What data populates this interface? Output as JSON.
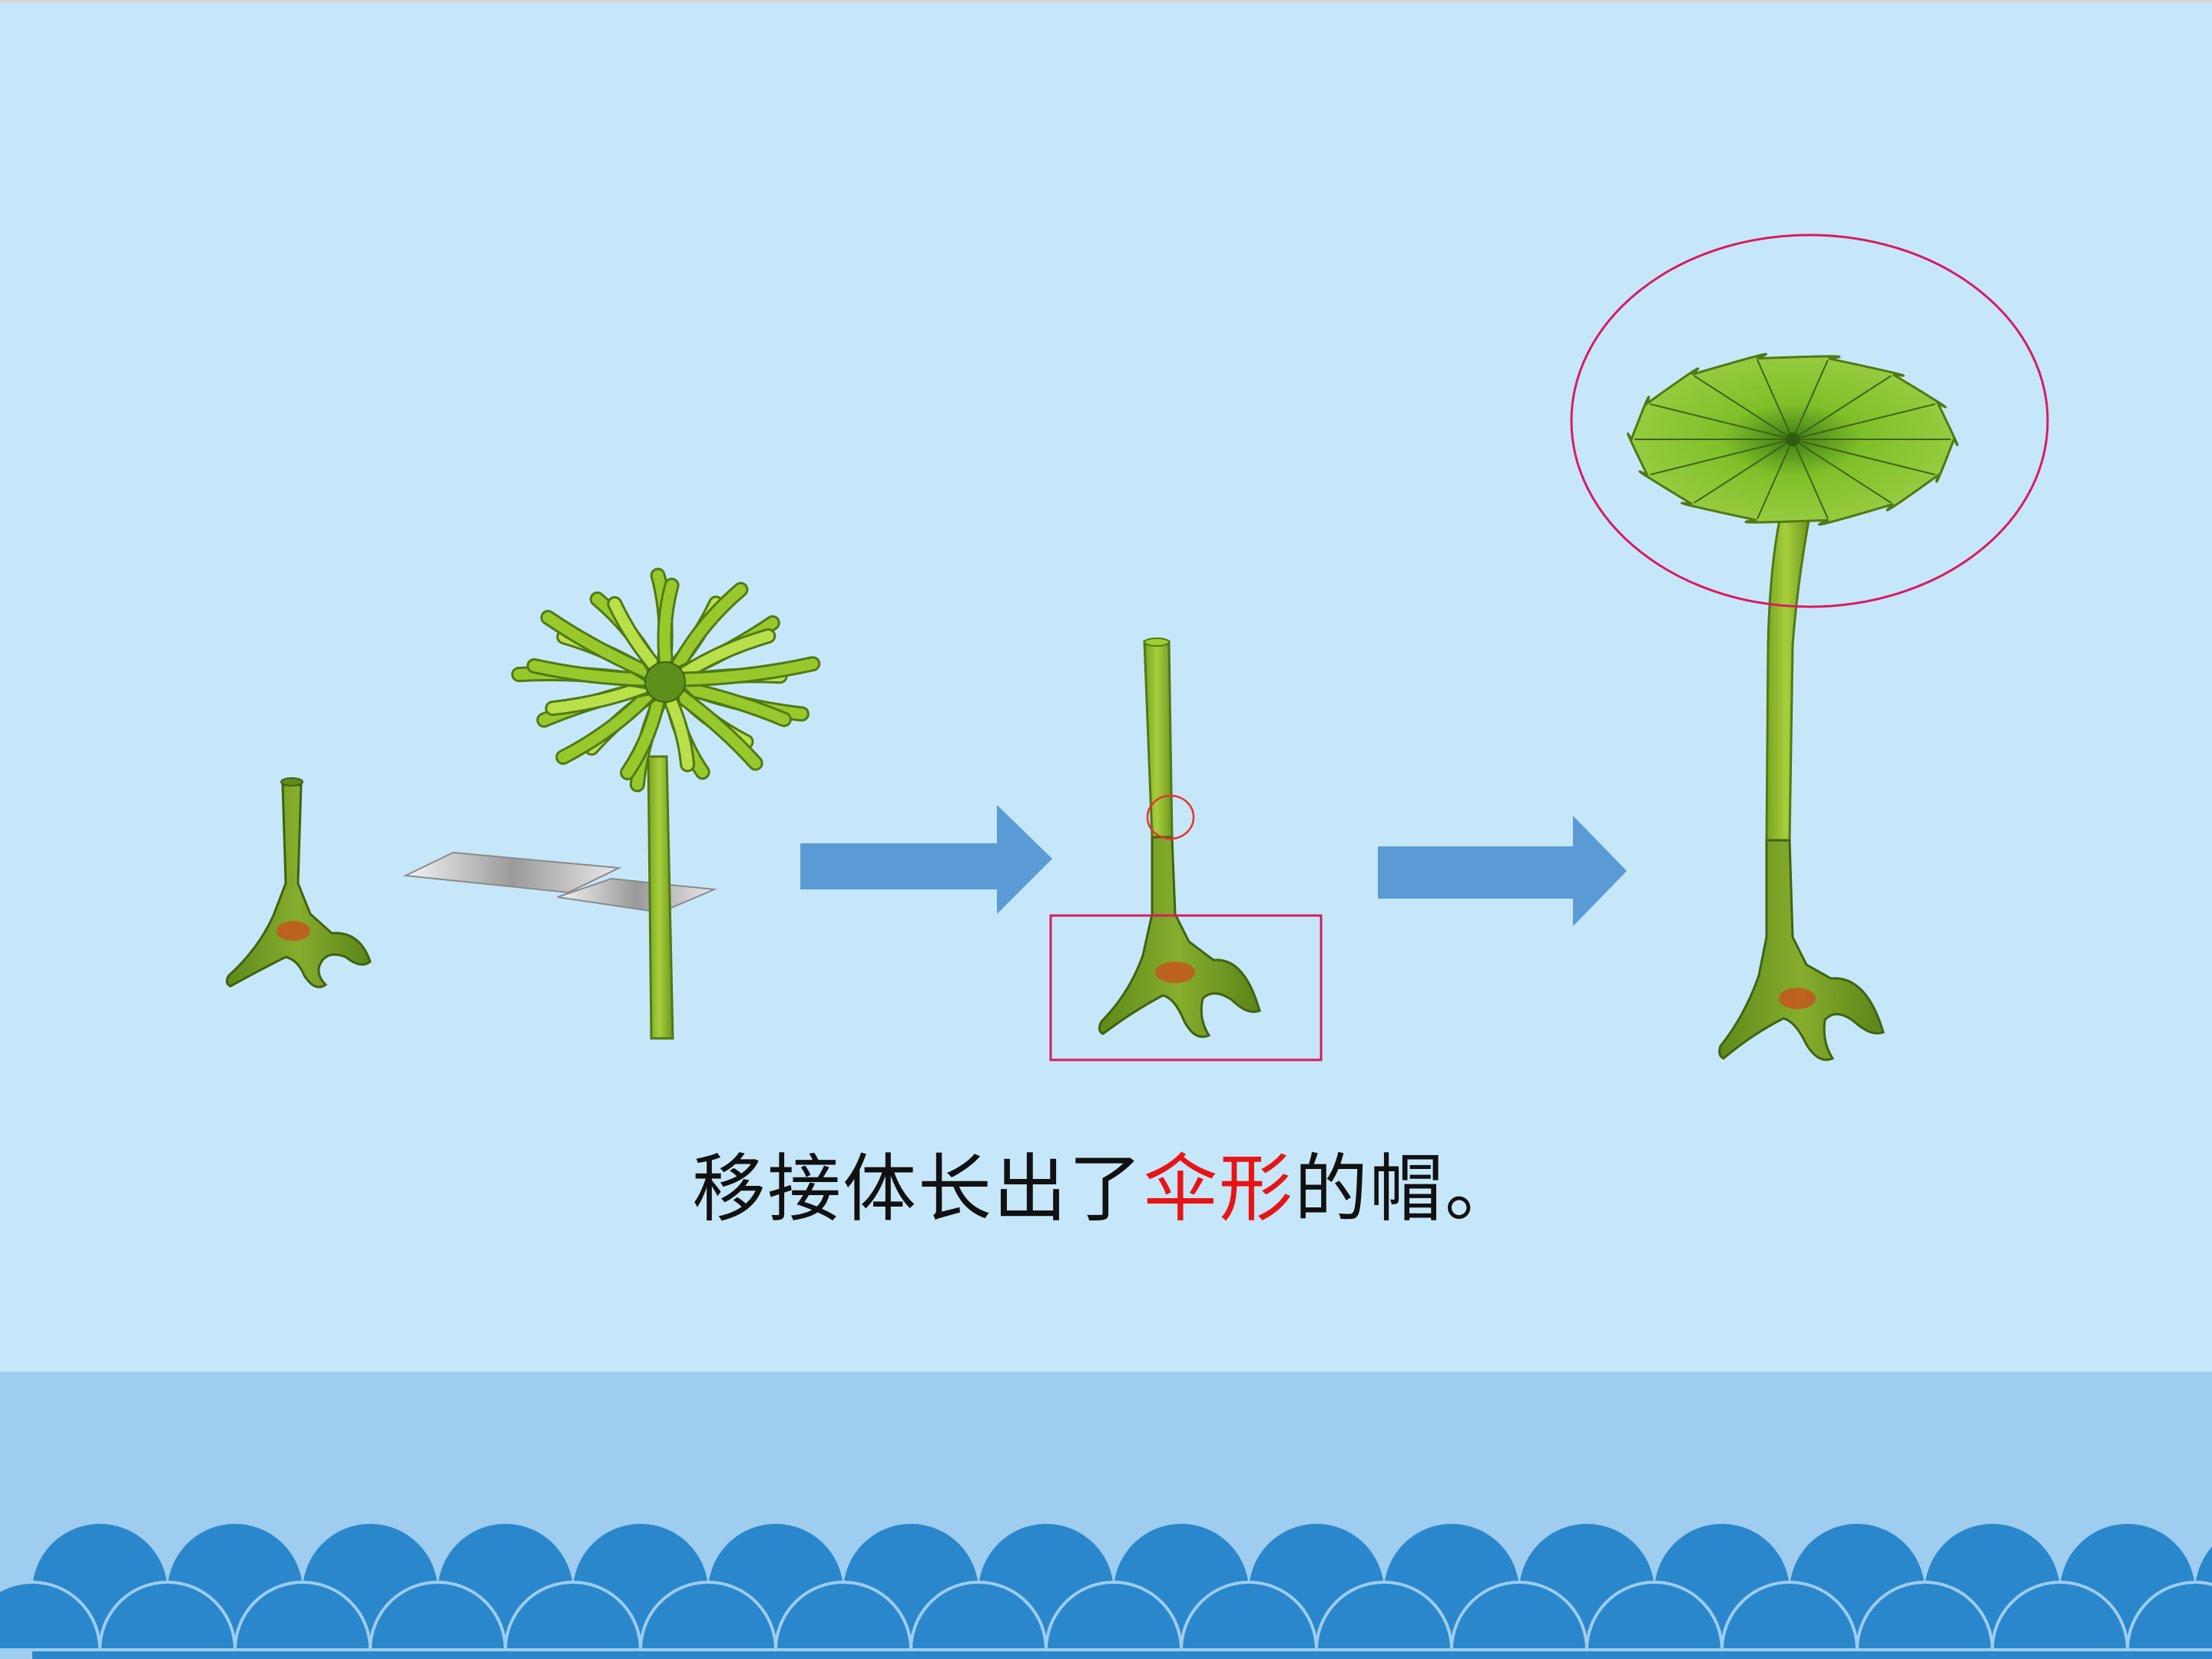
{
  "slide": {
    "caption": {
      "before": "移接体长出了",
      "highlight": "伞形",
      "after": "的帽。"
    }
  },
  "colors": {
    "background": "#c6e7fa",
    "floor_band": "#9ecdef",
    "waves": "#2b87cc",
    "arrow": "#5b9bd5",
    "highlight_outline": "#d81b60",
    "caption_text": "#111111",
    "caption_highlight": "#e81414",
    "stalk": "#8cb72a",
    "base": "#6f9a22",
    "cap": "#86bf2c"
  },
  "icons": {
    "arrow_1": "right-arrow-icon",
    "arrow_2": "right-arrow-icon",
    "scalpel_left": "blade-icon",
    "scalpel_right": "blade-icon"
  }
}
